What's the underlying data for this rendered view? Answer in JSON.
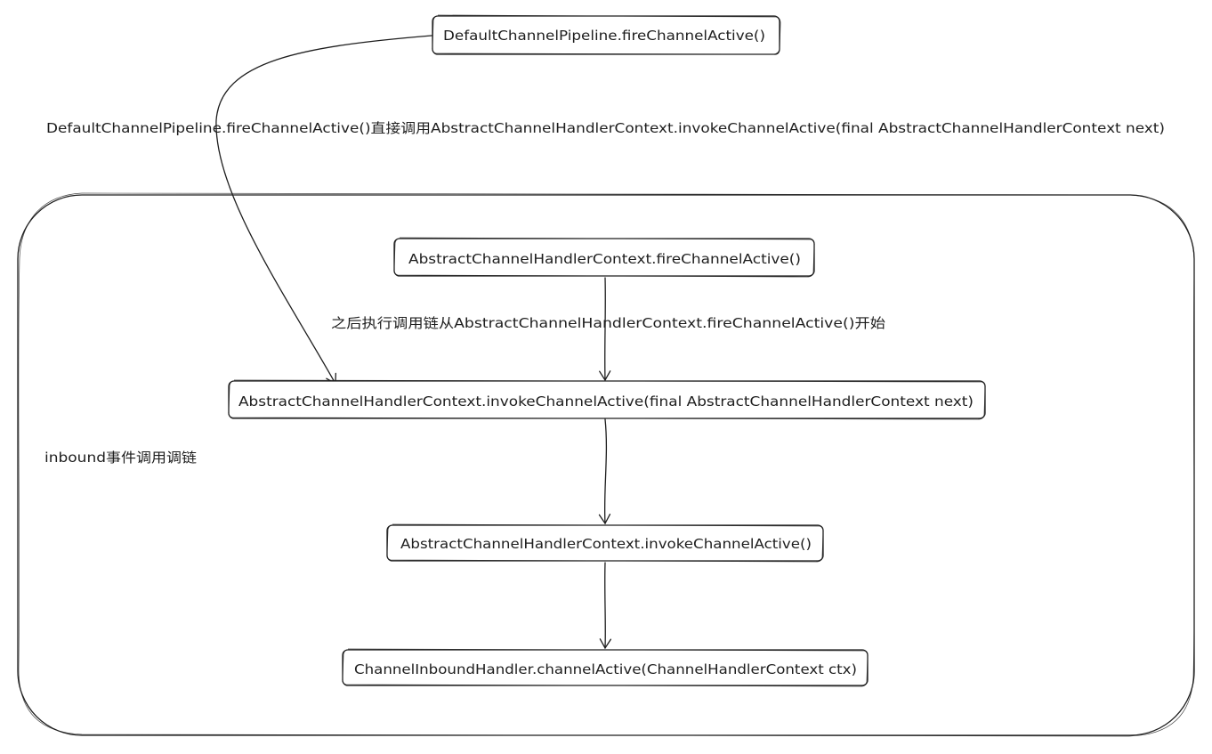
{
  "diagram": {
    "nodes": {
      "pipeline_fire": "DefaultChannelPipeline.fireChannelActive()",
      "ctx_fire": "AbstractChannelHandlerContext.fireChannelActive()",
      "ctx_invoke_next": "AbstractChannelHandlerContext.invokeChannelActive(final AbstractChannelHandlerContext next)",
      "ctx_invoke": "AbstractChannelHandlerContext.invokeChannelActive()",
      "handler_active": "ChannelInboundHandler.channelActive(ChannelHandlerContext ctx)"
    },
    "labels": {
      "direct_call": "DefaultChannelPipeline.fireChannelActive()直接调用AbstractChannelHandlerContext.invokeChannelActive(final AbstractChannelHandlerContext next)",
      "chain_start": "之后执行调用链从AbstractChannelHandlerContext.fireChannelActive()开始",
      "group": "inbound事件调用调链"
    },
    "colors": {
      "stroke": "#1e1e1e",
      "background": "#ffffff"
    }
  }
}
